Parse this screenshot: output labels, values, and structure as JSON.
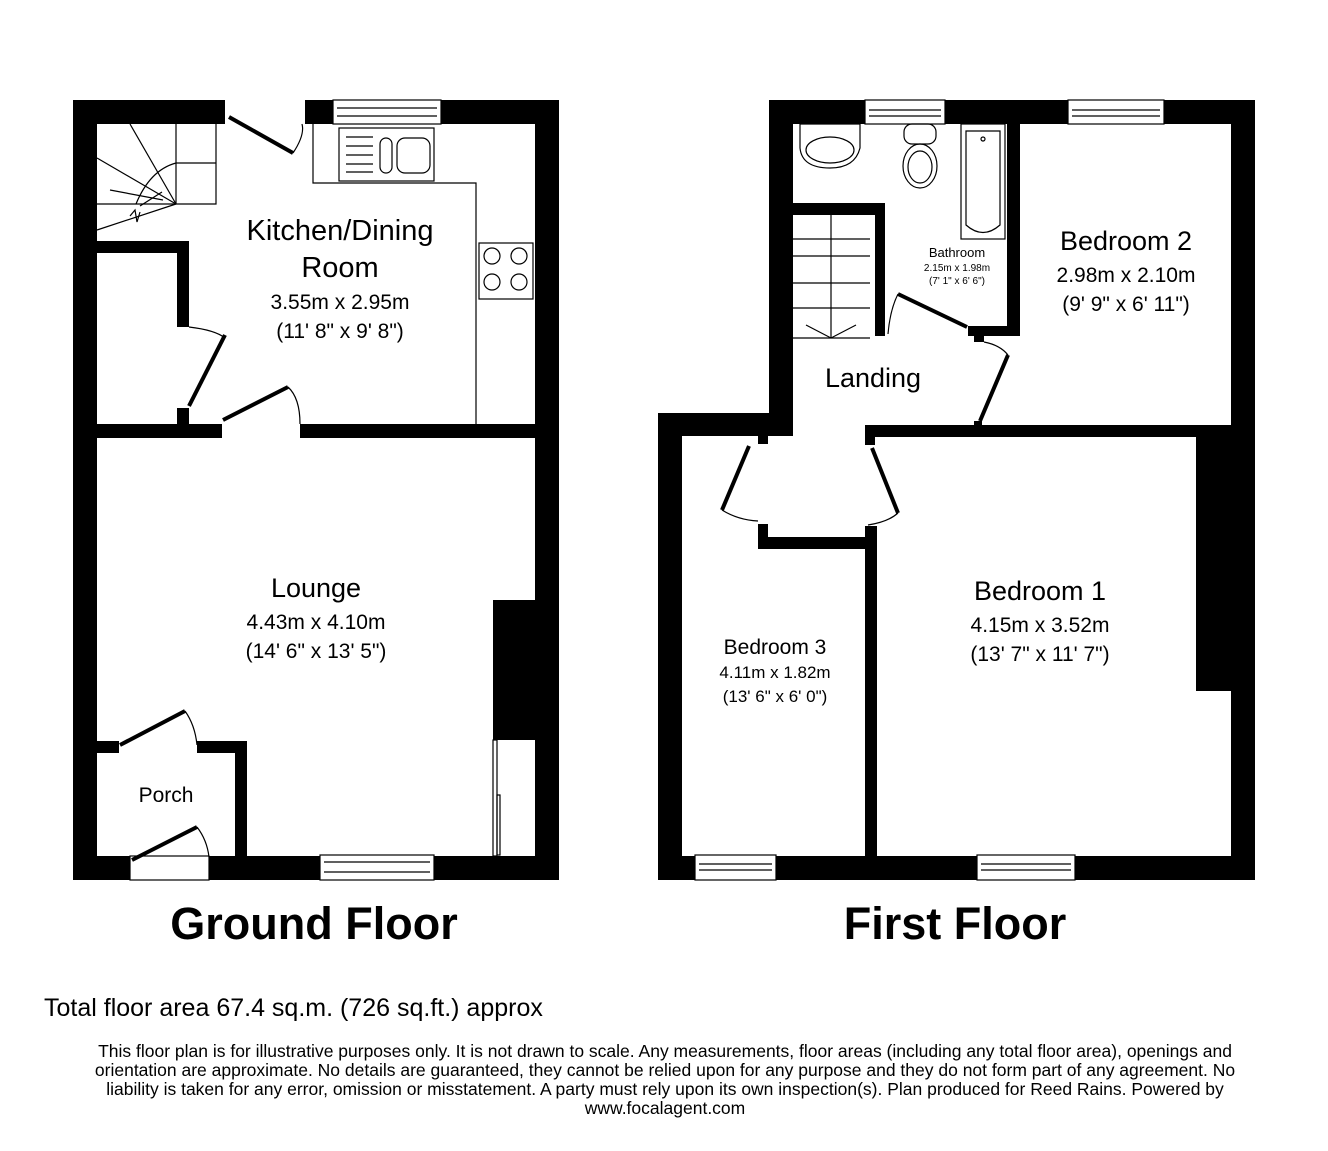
{
  "ground_floor": {
    "title": "Ground Floor",
    "rooms": {
      "kitchen": {
        "name_line1": "Kitchen/Dining",
        "name_line2": "Room",
        "dim_metric": "3.55m x 2.95m",
        "dim_imperial": "(11' 8\" x 9' 8\")"
      },
      "lounge": {
        "name": "Lounge",
        "dim_metric": "4.43m x 4.10m",
        "dim_imperial": "(14' 6\" x 13' 5\")"
      },
      "porch": {
        "name": "Porch"
      }
    }
  },
  "first_floor": {
    "title": "First Floor",
    "rooms": {
      "bathroom": {
        "name": "Bathroom",
        "dim_metric": "2.15m x 1.98m",
        "dim_imperial": "(7' 1\" x 6' 6\")"
      },
      "bedroom2": {
        "name": "Bedroom 2",
        "dim_metric": "2.98m x 2.10m",
        "dim_imperial": "(9' 9\" x 6' 11\")"
      },
      "landing": {
        "name": "Landing"
      },
      "bedroom3": {
        "name": "Bedroom 3",
        "dim_metric": "4.11m x 1.82m",
        "dim_imperial": "(13' 6\" x 6' 0\")"
      },
      "bedroom1": {
        "name": "Bedroom 1",
        "dim_metric": "4.15m x 3.52m",
        "dim_imperial": "(13' 7\" x 11' 7\")"
      }
    }
  },
  "footer": {
    "total_area": "Total floor area 67.4 sq.m. (726 sq.ft.) approx",
    "disclaimer_line1": "This floor plan is for illustrative purposes only. It is not drawn to scale. Any measurements, floor areas (including any total floor area), openings and",
    "disclaimer_line2": "orientation are approximate. No details are guaranteed, they cannot be relied upon for any purpose and they do not form part of any agreement. No",
    "disclaimer_line3": "liability is taken for any error, omission or misstatement. A party must rely upon its own inspection(s). Plan produced for Reed Rains. Powered by",
    "disclaimer_line4": "www.focalagent.com"
  },
  "colors": {
    "wall": "#000000",
    "background": "#ffffff"
  }
}
